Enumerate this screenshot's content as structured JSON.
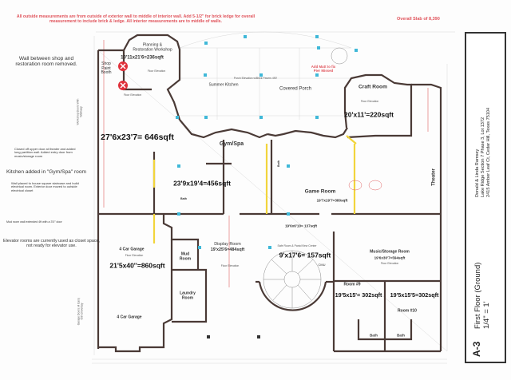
{
  "notes": {
    "top_line1": "All outside measurements are from outside of exterior wall to middle of interior wall.   Add 5-1/2\" for brick ledge for overall",
    "top_line2": "measurement to include brick & ledge. All interior measurements are to middle of walls.",
    "overall_slab": "Overall Slab of 8,390",
    "wall_removed": "Wall between shop and restoration room removed.",
    "workshop_doors": "Workshop Doors With Walkway",
    "theater_door": "Closed off upper door at theater and added long partition wall. Added entry door from music/storage room",
    "kitchen_added": "Kitchen added in \"Gym/Spa\" room",
    "staircase_wall": "Wall placed to house square staircase and build electrical room. Exterior door moved to outside electrical closet",
    "mud_room_wall": "Mud room wall extended 4ft with a 3'0\" door",
    "elevator": "Elevator rooms are currently used as closet space, not ready for elevator use.",
    "garage_doors": "Garage Doors (4 Cars) with Driveway",
    "add_matt": "Add Matt to fix Pier Missed"
  },
  "rooms": {
    "workshop": "Planning & Restoration Workshop",
    "workshop_area": "10'11x21'6=236sqft",
    "paint_booth": "Shop Paint Booth",
    "shop_area": "27'6x23'7= 646sqft",
    "summer_kitchen": "Summer Kitchen",
    "porch_elev": "Porch Elevation w/Brick Pavers 490'",
    "covered_porch": "Covered Porch",
    "craft": "Craft Room",
    "craft_area": "20'x11'=220sqft",
    "gym": "Gym/Spa",
    "gym_area": "23'9x19'4=456sqft",
    "game": "Game Room",
    "game_area": "19'7x19'7=380sqft",
    "theater": "Theater",
    "hall_area": "19'6x6'10= 137sqft",
    "display": "Display Room",
    "display_area": "19'x25'6=484sqft",
    "safe": "Safe Room & Panic/View Center",
    "safe_area": "9'x17'6= 157sqft",
    "cmu": "CMU",
    "mud": "Mud Room",
    "laundry": "Laundry Room",
    "garage1": "4 Car Garage",
    "garage_area": "21'5x40''=860sqft",
    "garage2": "4 Car Garage",
    "music": "Music/Storage Room",
    "music_area": "19'6x30'7=594sqft",
    "room9": "Room #9",
    "room9_area": "19'5x15'= 302sqft",
    "room10": "Room #10",
    "room10_area": "19'5x15'5=302sqft",
    "bath": "Bath",
    "floor_elev": "Floor Elevation"
  },
  "title_block": {
    "sheet": "A-3",
    "floor": "First Floor (Ground)",
    "scale": "1/4\" = 1'",
    "owner": "Donald & Linda Ramsey",
    "lot": "Lake Ridge Section 7 Phase 3, Lot 1372",
    "address": "2415 Amber Leaf Ct, Cedar Hill, Texas  75104"
  },
  "colors": {
    "wall": "#4a3a36",
    "note_red": "#e0525a",
    "column": "#3fb8d8",
    "highlight": "#f2d53c",
    "mark": "#e0303a"
  }
}
